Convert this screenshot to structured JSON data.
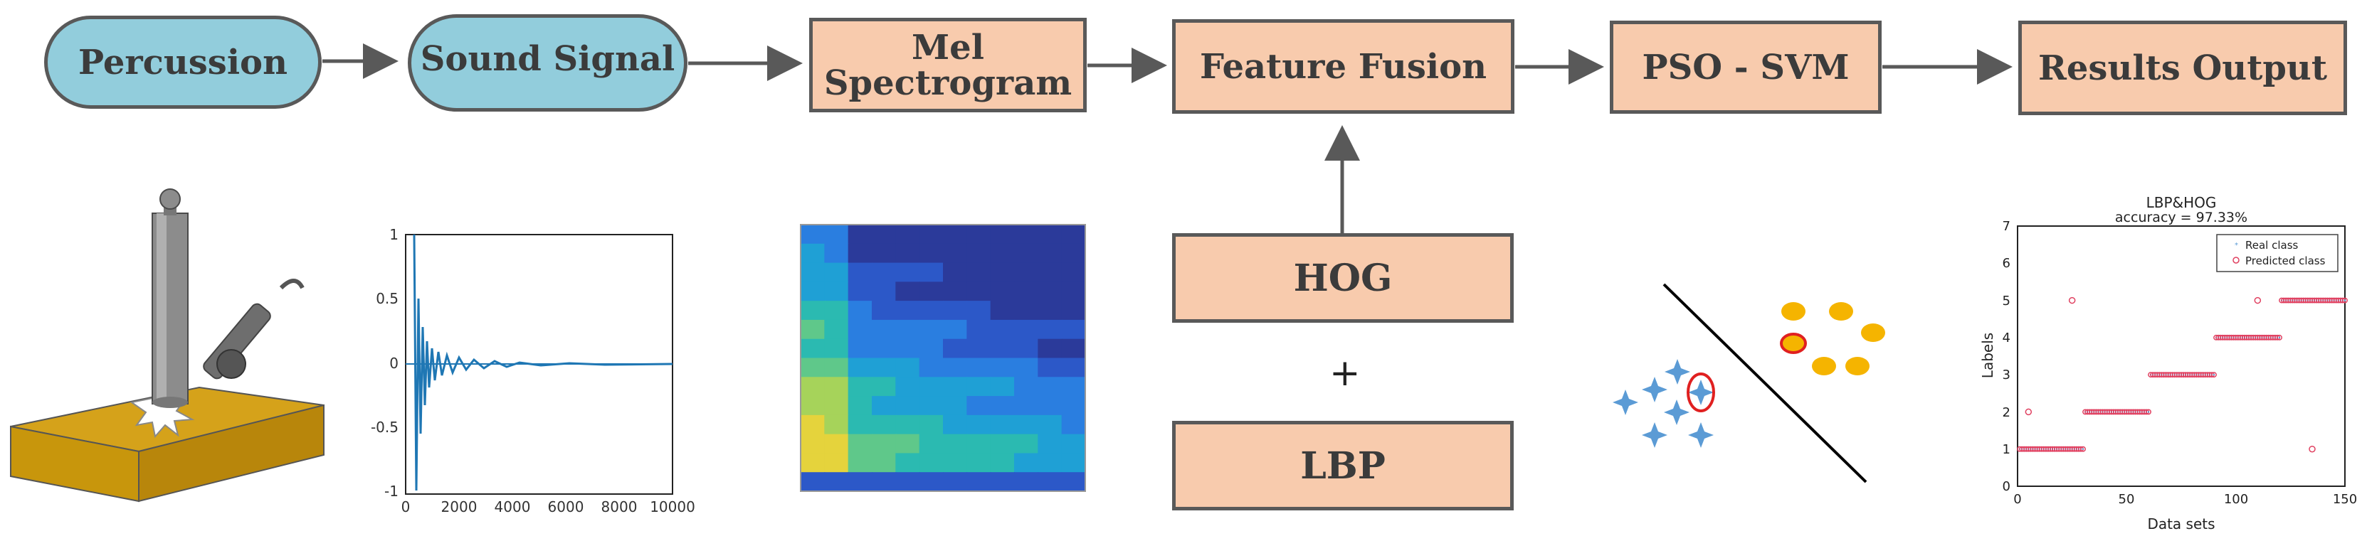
{
  "flow": {
    "percussion": "Percussion",
    "sound_signal": "Sound Signal",
    "mel_line1": "Mel",
    "mel_line2": "Spectrogram",
    "feature_fusion": "Feature Fusion",
    "pso_svm": "PSO - SVM",
    "results_output": "Results Output",
    "hog": "HOG",
    "plus": "+",
    "lbp": "LBP"
  },
  "colors": {
    "pill_fill": "#92cddc",
    "box_fill": "#f8cbad",
    "outline": "#595959",
    "block": "#c8960c",
    "signal": "#1f77b4",
    "dot": "#f5b400"
  },
  "waveform": {
    "y_ticks": [
      "1",
      "0.5",
      "0",
      "-0.5",
      "-1"
    ],
    "x_ticks": [
      "0",
      "2000",
      "4000",
      "6000",
      "8000",
      "10000"
    ]
  },
  "results_chart": {
    "title": "LBP&HOG",
    "subtitle": "accuracy = 97.33%",
    "xlabel": "Data sets",
    "ylabel": "Labels",
    "x_ticks": [
      "0",
      "50",
      "100",
      "150"
    ],
    "y_ticks": [
      "0",
      "1",
      "2",
      "3",
      "4",
      "5",
      "6",
      "7"
    ],
    "legend_real": "Real class",
    "legend_pred": "Predicted class"
  },
  "chart_data": {
    "type": "scatter",
    "title": "LBP&HOG",
    "subtitle": "accuracy = 97.33%",
    "xlabel": "Data sets",
    "ylabel": "Labels",
    "xlim": [
      0,
      150
    ],
    "ylim": [
      0,
      7
    ],
    "series": [
      {
        "name": "Real class",
        "segments": [
          {
            "x_start": 1,
            "x_end": 30,
            "y": 1
          },
          {
            "x_start": 31,
            "x_end": 60,
            "y": 2
          },
          {
            "x_start": 61,
            "x_end": 90,
            "y": 3
          },
          {
            "x_start": 91,
            "x_end": 120,
            "y": 4
          },
          {
            "x_start": 121,
            "x_end": 150,
            "y": 5
          }
        ]
      },
      {
        "name": "Predicted class",
        "outliers": [
          [
            5,
            2
          ],
          [
            25,
            5
          ],
          [
            110,
            5
          ],
          [
            135,
            1
          ]
        ]
      }
    ]
  }
}
